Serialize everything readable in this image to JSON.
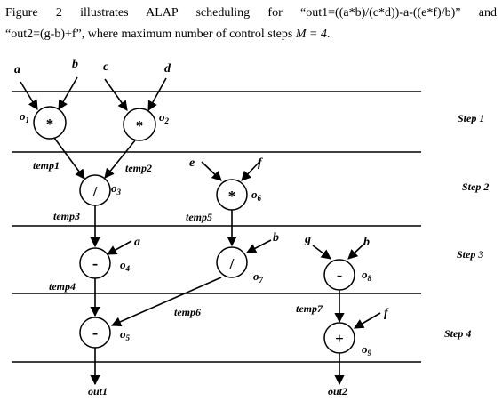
{
  "caption": {
    "line1": "Figure 2 illustrates ALAP scheduling for “out1=((a*b)/(c*d))-a-((e*f)/b)” and",
    "line2_prefix": "“out2=(g-b)+f”, where maximum number of control steps ",
    "line2_math": "M = 4",
    "line2_suffix": "."
  },
  "steps": [
    "Step 1",
    "Step 2",
    "Step 3",
    "Step 4"
  ],
  "inputs": [
    "a",
    "b",
    "c",
    "d",
    "e",
    "f",
    "a",
    "b",
    "g",
    "b",
    "f"
  ],
  "operations": [
    {
      "id": "o1",
      "symbol": "*"
    },
    {
      "id": "o2",
      "symbol": "*"
    },
    {
      "id": "o3",
      "symbol": "/"
    },
    {
      "id": "o4",
      "symbol": "-"
    },
    {
      "id": "o5",
      "symbol": "-"
    },
    {
      "id": "o6",
      "symbol": "*"
    },
    {
      "id": "o7",
      "symbol": "/"
    },
    {
      "id": "o8",
      "symbol": "-"
    },
    {
      "id": "o9",
      "symbol": "+"
    }
  ],
  "temporaries": [
    "temp1",
    "temp2",
    "temp3",
    "temp4",
    "temp5",
    "temp6",
    "temp7"
  ],
  "outputs": [
    "out1",
    "out2"
  ]
}
